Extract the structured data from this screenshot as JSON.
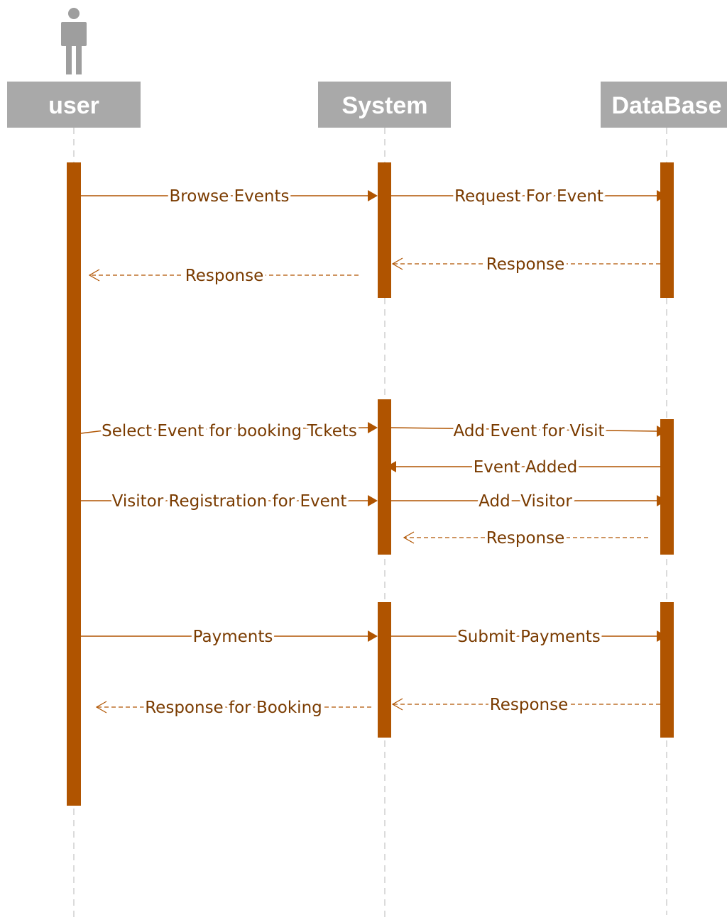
{
  "colors": {
    "activation": "#b05400",
    "message_line": "#b05400",
    "label_text": "#7a3b00",
    "lifeline_head": "#a9a9a9",
    "lifeline_head_text": "#ffffff",
    "lifeline_dash": "#cfcfcf",
    "actor_icon": "#9e9e9e"
  },
  "actor": {
    "icon": "person-icon"
  },
  "lifelines": [
    {
      "id": "user",
      "label": "user"
    },
    {
      "id": "system",
      "label": "System"
    },
    {
      "id": "database",
      "label": "DataBase"
    }
  ],
  "messages": [
    {
      "id": "browse-events",
      "label": "Browse Events",
      "from": "user",
      "to": "system",
      "kind": "call"
    },
    {
      "id": "request-for-event",
      "label": "Request For Event",
      "from": "system",
      "to": "database",
      "kind": "call"
    },
    {
      "id": "db-response-1",
      "label": "Response",
      "from": "database",
      "to": "system",
      "kind": "return"
    },
    {
      "id": "user-response-1",
      "label": "Response",
      "from": "system",
      "to": "user",
      "kind": "return"
    },
    {
      "id": "select-event",
      "label": "Select Event for booking Tckets",
      "from": "user",
      "to": "system",
      "kind": "call"
    },
    {
      "id": "add-event-for-visit",
      "label": "Add Event for Visit",
      "from": "system",
      "to": "database",
      "kind": "call"
    },
    {
      "id": "event-added",
      "label": "Event Added",
      "from": "database",
      "to": "system",
      "kind": "reply"
    },
    {
      "id": "visitor-registration",
      "label": "Visitor Registration for Event",
      "from": "user",
      "to": "system",
      "kind": "call"
    },
    {
      "id": "add-visitor",
      "label": "Add  Visitor",
      "from": "system",
      "to": "database",
      "kind": "call"
    },
    {
      "id": "db-response-2",
      "label": "Response",
      "from": "database",
      "to": "system",
      "kind": "return"
    },
    {
      "id": "payments",
      "label": "Payments",
      "from": "user",
      "to": "system",
      "kind": "call"
    },
    {
      "id": "submit-payments",
      "label": "Submit Payments",
      "from": "system",
      "to": "database",
      "kind": "call"
    },
    {
      "id": "db-response-3",
      "label": "Response",
      "from": "database",
      "to": "system",
      "kind": "return"
    },
    {
      "id": "response-for-booking",
      "label": "Response for Booking",
      "from": "system",
      "to": "user",
      "kind": "return"
    }
  ]
}
